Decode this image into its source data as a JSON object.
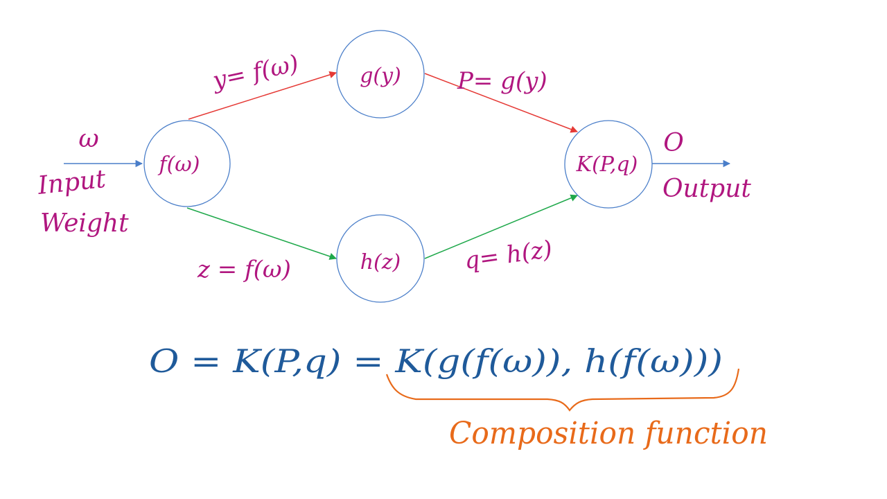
{
  "colors": {
    "node_stroke": "#4a7ec9",
    "ink_magenta": "#b0167f",
    "ink_blue": "#1f5a9a",
    "ink_orange": "#e86a1a",
    "arrow_red": "#e53935",
    "arrow_green": "#1ea84a",
    "arrow_blue": "#4a7ec9"
  },
  "nodes": {
    "f": "f(ω)",
    "g": "g(y)",
    "h": "h(z)",
    "k": "K(P,q)"
  },
  "edges": {
    "f_to_g": "y= f(ω)",
    "g_to_k": "P= g(y)",
    "f_to_h": "z = f(ω)",
    "h_to_k": "q= h(z)"
  },
  "input": {
    "symbol": "ω",
    "label_line1": "Input",
    "label_line2": "Weight"
  },
  "output": {
    "symbol": "O",
    "label": "Output"
  },
  "equation": "O = K(P,q) = K(g(f(ω)), h(f(ω)))",
  "brace_label": "Composition function"
}
